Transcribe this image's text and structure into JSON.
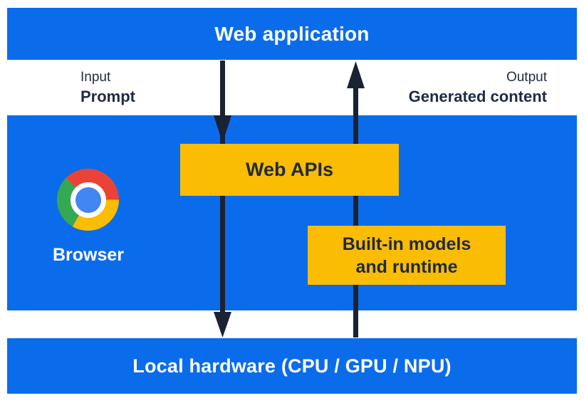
{
  "colors": {
    "blue": "#0B6CEB",
    "yellow": "#FBBC04",
    "navy_text": "#1F2A44",
    "navy_arrow": "#1A2233",
    "chrome_red": "#EA4335",
    "chrome_yellow": "#FBBC04",
    "chrome_green": "#34A853",
    "chrome_blue": "#4285F4"
  },
  "top_bar": {
    "label": "Web application"
  },
  "io_labels": {
    "input_caption": "Input",
    "input_value": "Prompt",
    "output_caption": "Output",
    "output_value": "Generated content"
  },
  "browser": {
    "label": "Browser",
    "logo_icon": "chrome-logo"
  },
  "boxes": {
    "web_apis": "Web APIs",
    "builtin_line1": "Built-in models",
    "builtin_line2": "and runtime"
  },
  "arrows": {
    "down": "prompt flow: web application to web apis to local hardware",
    "up": "generated content flow: local hardware through built-in models to web application"
  },
  "bottom_bar": {
    "label": "Local hardware (CPU / GPU / NPU)"
  }
}
